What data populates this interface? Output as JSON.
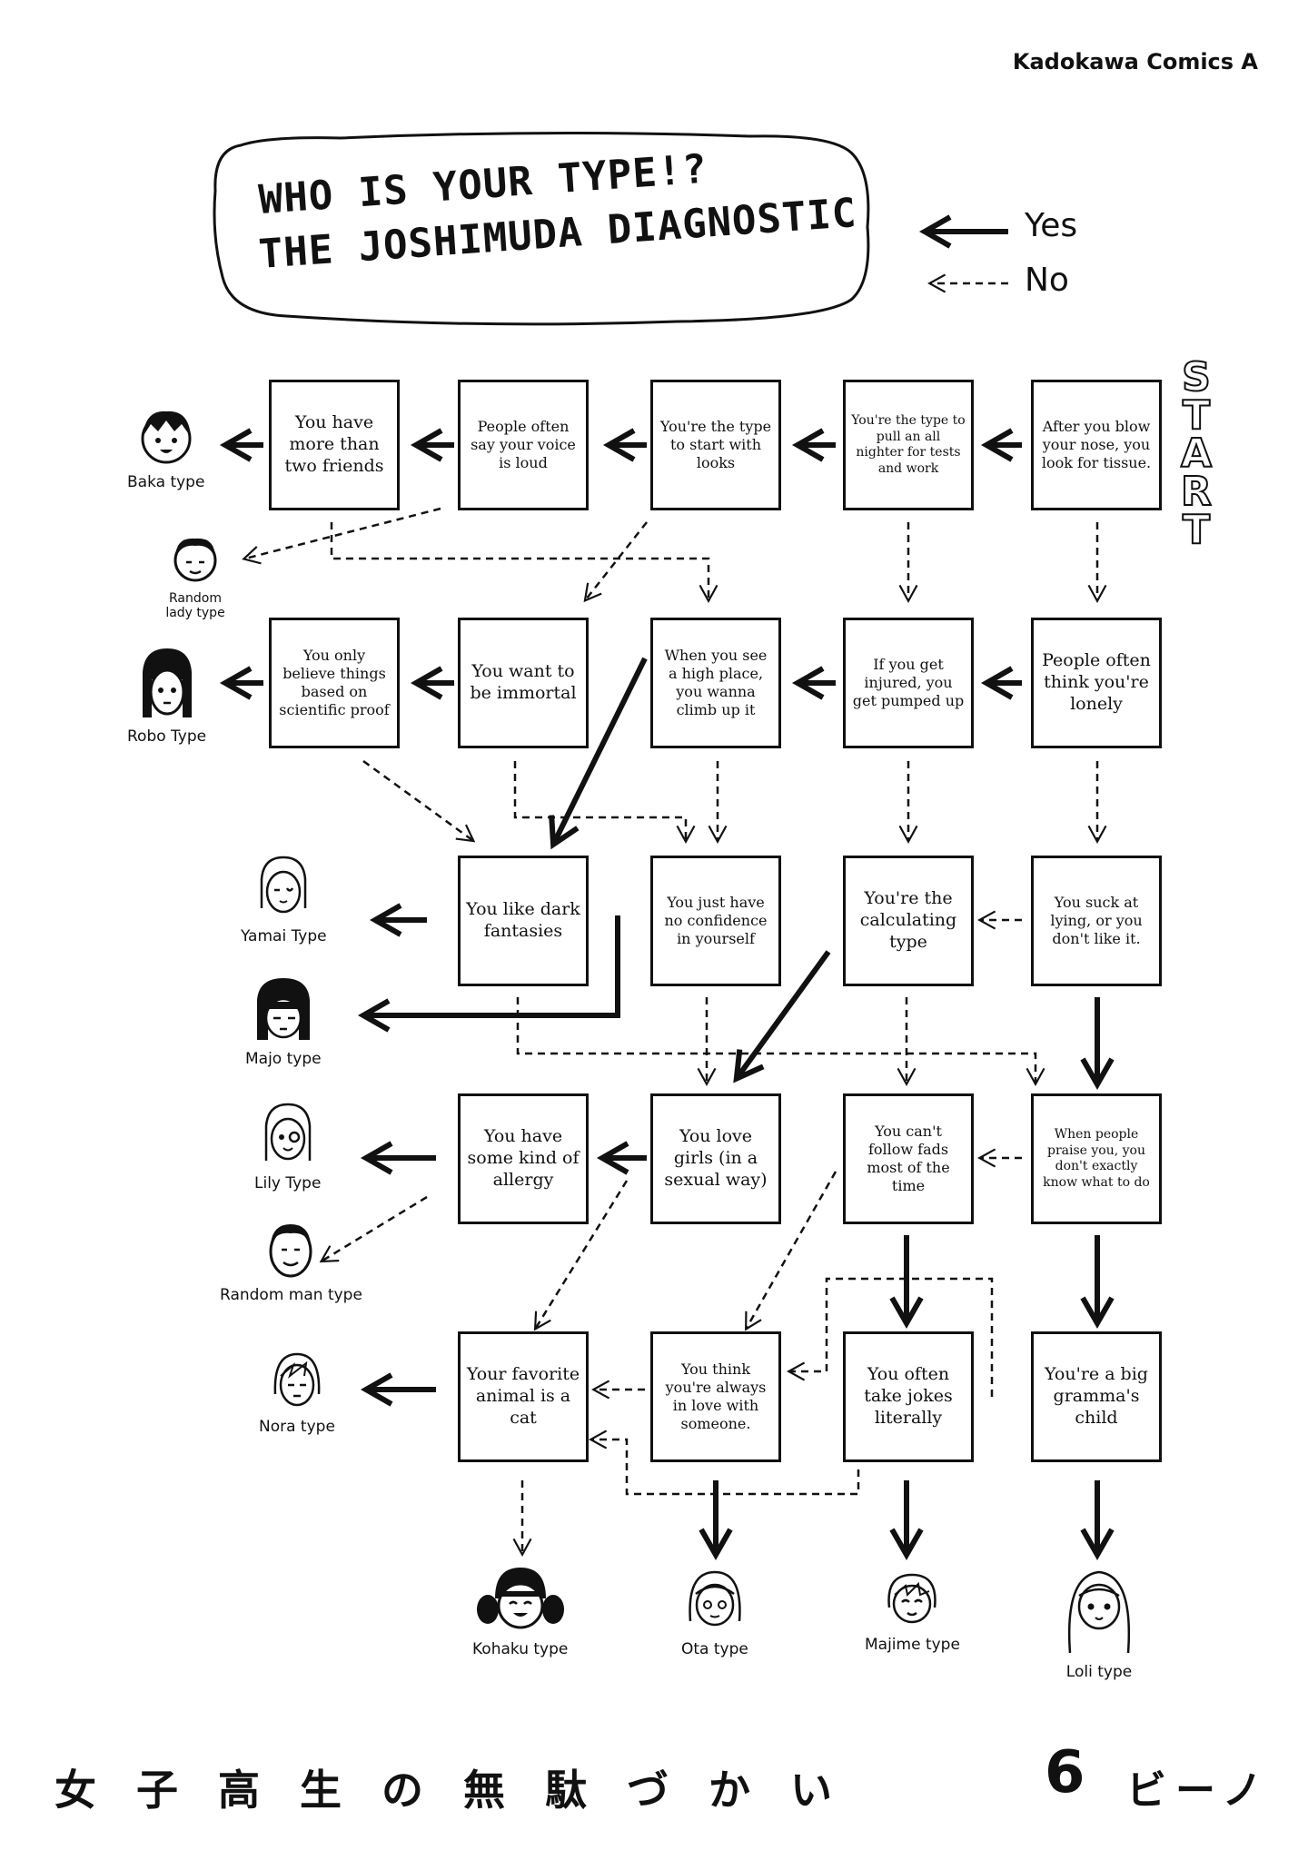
{
  "publisher": "Kadokawa Comics A",
  "title": {
    "line1": "WHO IS YOUR TYPE!?",
    "line2": "THE JOSHIMUDA DIAGNOSTIC"
  },
  "legend": {
    "yes": "Yes",
    "no": "No"
  },
  "start_label": [
    "S",
    "T",
    "A",
    "R",
    "T"
  ],
  "questions": {
    "r1c1": "You have more than two friends",
    "r1c2": "People often say your voice is loud",
    "r1c3": "You're the type to start with looks",
    "r1c4": "You're the type to pull an all nighter for tests and work",
    "r1c5": "After you blow your nose, you look for tissue.",
    "r2c1": "You only believe things based on scientific proof",
    "r2c2": "You want to be immortal",
    "r2c3": "When you see a high place, you wanna climb up it",
    "r2c4": "If you get injured, you get pumped up",
    "r2c5": "People often think you're lonely",
    "r3c2": "You like dark fantasies",
    "r3c3": "You just have no confidence in yourself",
    "r3c4": "You're the calculating type",
    "r3c5": "You suck at lying, or you don't like it.",
    "r4c2": "You have some kind of allergy",
    "r4c3": "You love girls (in a sexual way)",
    "r4c4": "You can't follow fads most of the time",
    "r4c5": "When people praise you, you don't exactly know what to do",
    "r5c2": "Your favorite animal is a cat",
    "r5c3": "You think you're always in love with someone.",
    "r5c4": "You often take jokes literally",
    "r5c5": "You're a big gramma's child"
  },
  "results": {
    "baka": "Baka type",
    "random_lady": "Random lady type",
    "robo": "Robo Type",
    "yamai": "Yamai Type",
    "majo": "Majo type",
    "lily": "Lily Type",
    "random_man": "Random man type",
    "nora": "Nora type",
    "kohaku": "Kohaku type",
    "ota": "Ota type",
    "majime": "Majime type",
    "loli": "Loli type"
  },
  "footer": {
    "series_title": "女子高生の無駄づかい",
    "volume": "6",
    "author": "ビーノ"
  }
}
